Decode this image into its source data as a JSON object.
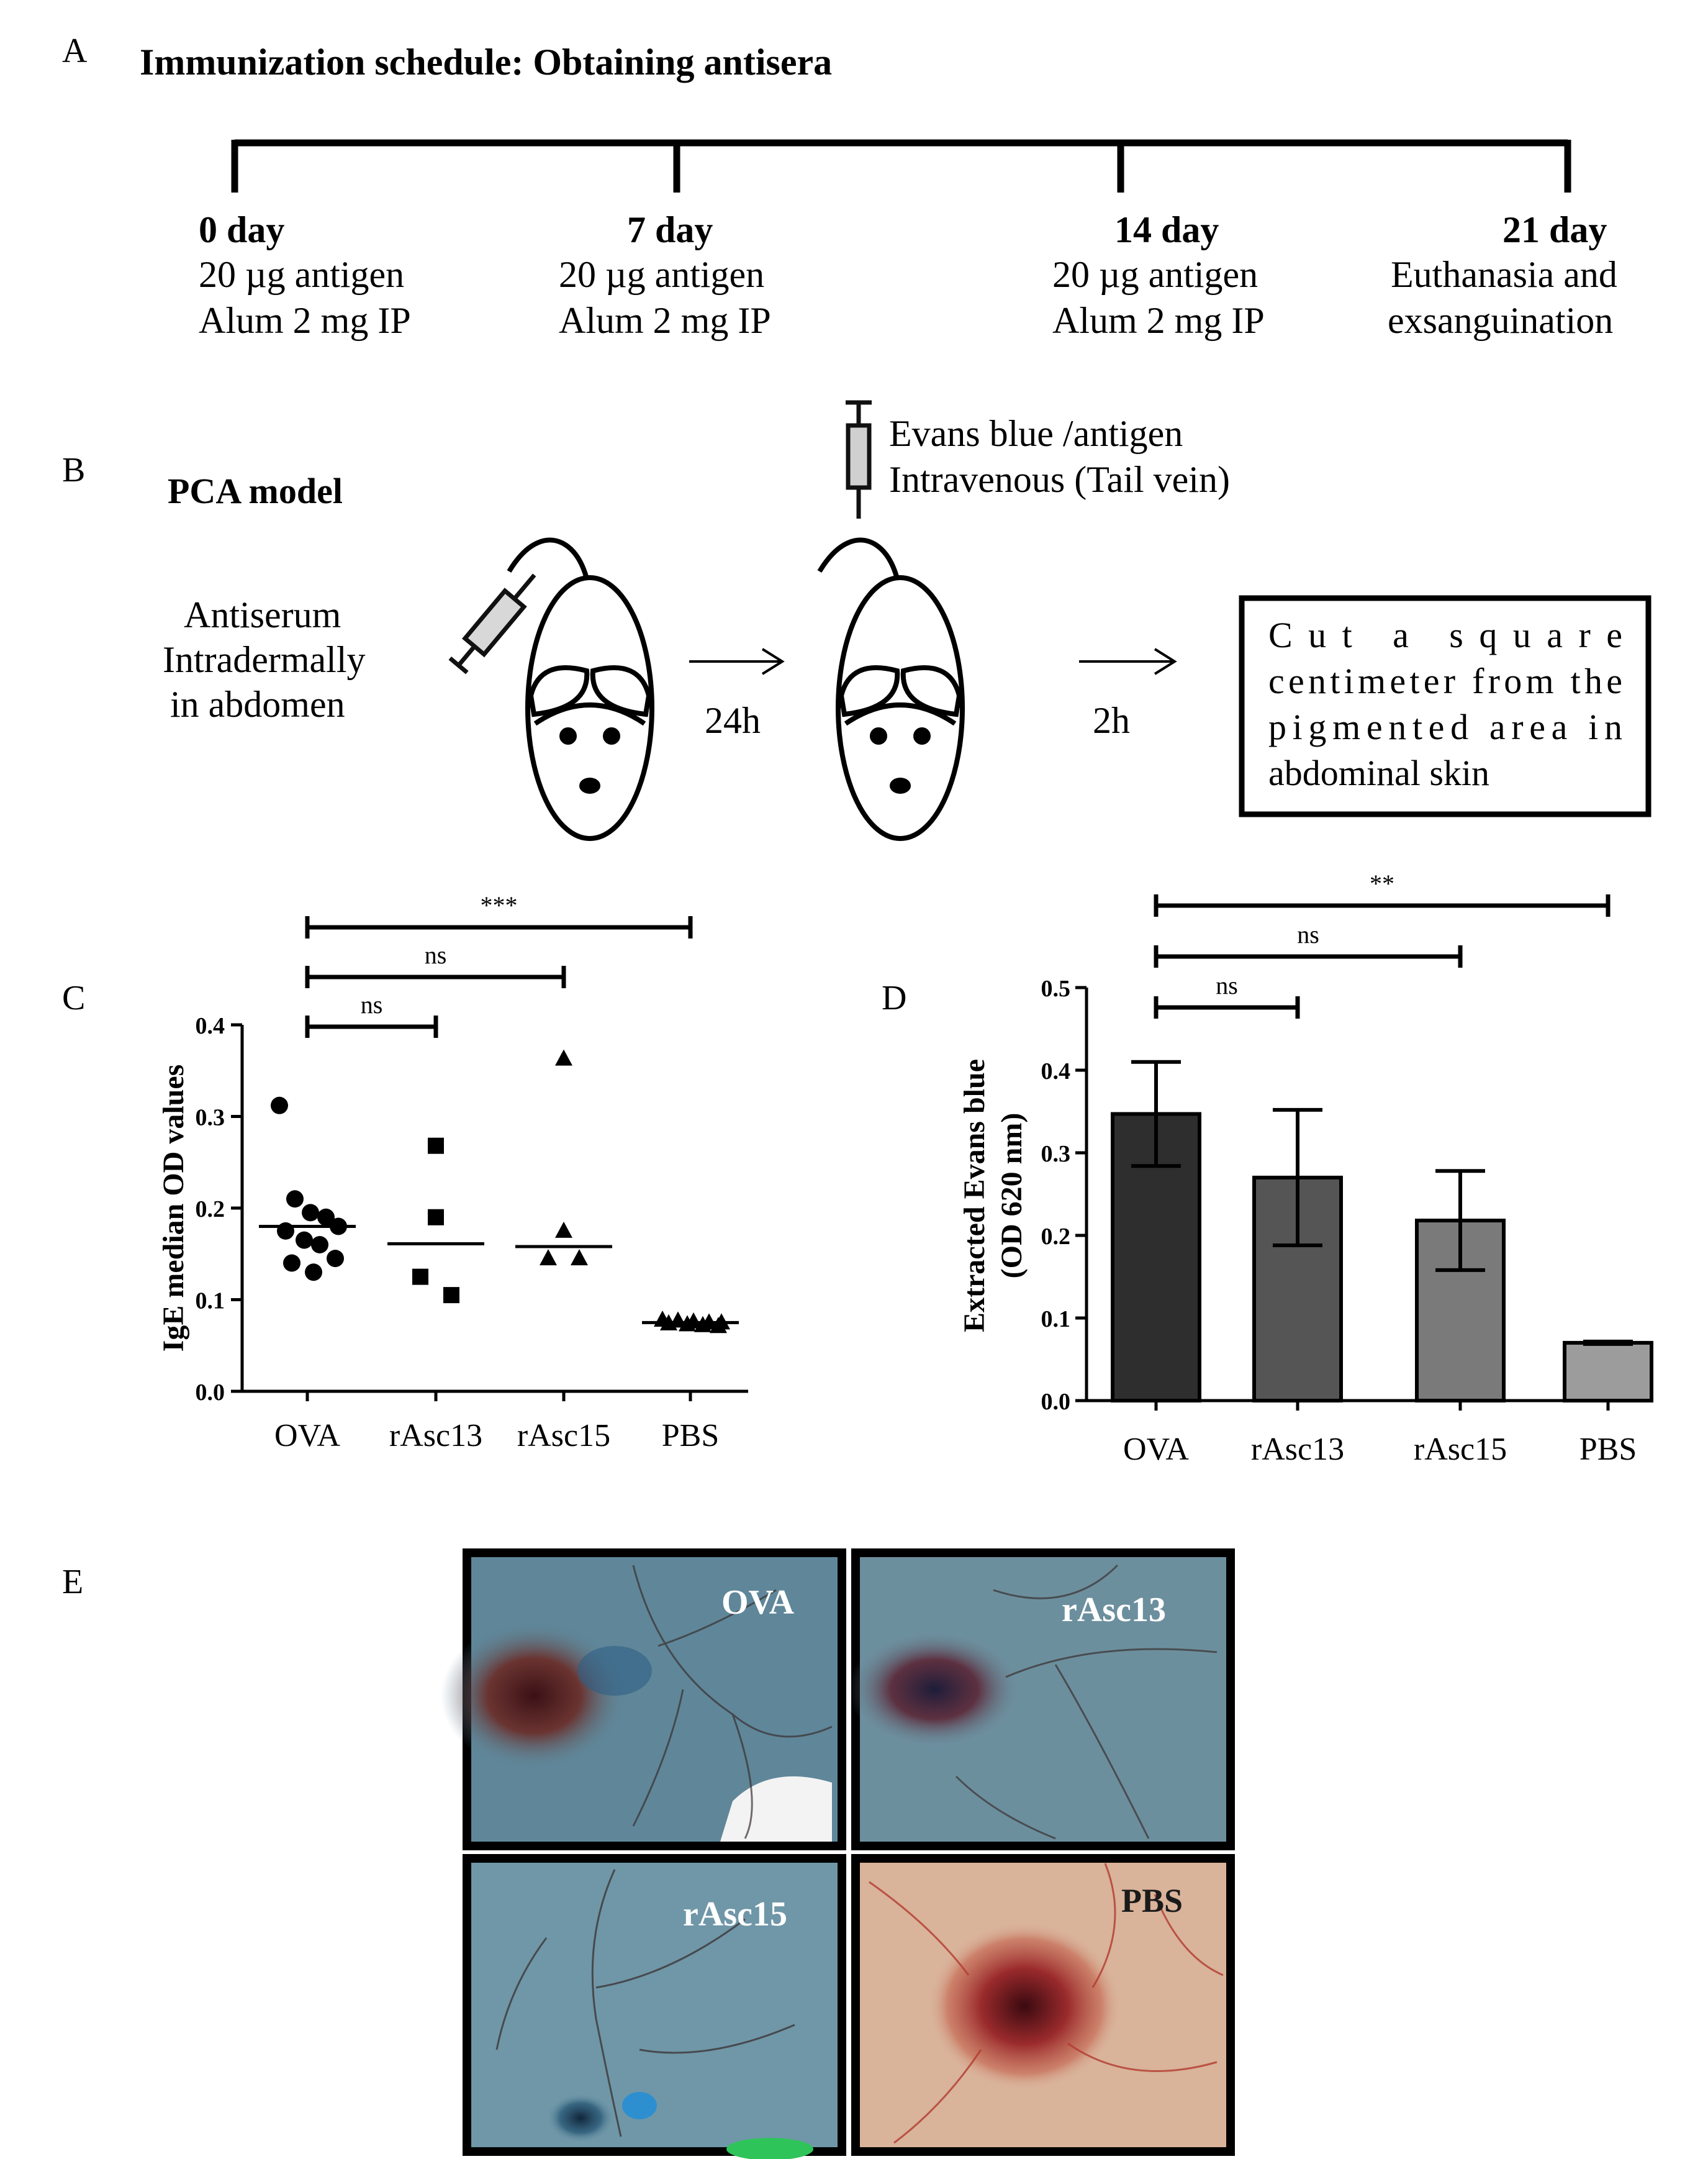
{
  "panel_a": {
    "letter": "A",
    "title": "Immunization schedule: Obtaining antisera",
    "steps": [
      {
        "day": "0 day",
        "line1": "20 µg antigen",
        "line2": "Alum 2 mg IP"
      },
      {
        "day": "7 day",
        "line1": "20 µg antigen",
        "line2": "Alum 2 mg IP"
      },
      {
        "day": "14 day",
        "line1": "20 µg antigen",
        "line2": "Alum 2 mg IP"
      },
      {
        "day": "21 day",
        "line1": "Euthanasia and",
        "line2": "exsanguination"
      }
    ]
  },
  "panel_b": {
    "letter": "B",
    "title": "PCA model",
    "antiserum_lines": [
      "Antiserum",
      "Intradermally",
      "in abdomen"
    ],
    "injection_lines": [
      "Evans blue /antigen",
      "Intravenous (Tail vein)"
    ],
    "arrow1_label": "24h",
    "arrow2_label": "2h",
    "box_lines": [
      "Cut a square",
      "centimeter from the",
      "pigmented area in",
      "abdominal skin"
    ]
  },
  "panel_c": {
    "letter": "C",
    "brackets": [
      {
        "from": "OVA",
        "to": "PBS",
        "label": "***"
      },
      {
        "from": "OVA",
        "to": "rAsc15",
        "label": "ns"
      },
      {
        "from": "OVA",
        "to": "rAsc13",
        "label": "ns"
      }
    ]
  },
  "panel_d": {
    "letter": "D",
    "brackets": [
      {
        "from": "OVA",
        "to": "PBS",
        "label": "**"
      },
      {
        "from": "OVA",
        "to": "rAsc15",
        "label": "ns"
      },
      {
        "from": "OVA",
        "to": "rAsc13",
        "label": "ns"
      }
    ]
  },
  "panel_e": {
    "letter": "E",
    "photos": [
      {
        "label": "OVA",
        "colors": {
          "bg": "#5f8799",
          "spot": "#5a1d20"
        }
      },
      {
        "label": "rAsc13",
        "colors": {
          "bg": "#6c8f9e",
          "spot": "#3a2038"
        }
      },
      {
        "label": "rAsc15",
        "colors": {
          "bg": "#6f97a8",
          "spot": "#1f3f55"
        }
      },
      {
        "label": "PBS",
        "colors": {
          "bg": "#d9b39a",
          "spot": "#7a1e24"
        }
      }
    ]
  },
  "chart_data": [
    {
      "type": "scatter",
      "panel": "C",
      "ylabel": "IgE median OD values",
      "categories": [
        "OVA",
        "rAsc13",
        "rAsc15",
        "PBS"
      ],
      "ylim": [
        0.0,
        0.4
      ],
      "yticks": [
        "0.0",
        "0.1",
        "0.2",
        "0.3",
        "0.4"
      ],
      "markers": [
        "circle",
        "square",
        "triangle",
        "triangle"
      ],
      "series": [
        {
          "category": "OVA",
          "values": [
            0.312,
            0.21,
            0.195,
            0.19,
            0.18,
            0.175,
            0.165,
            0.16,
            0.145,
            0.14,
            0.13
          ],
          "median": 0.18
        },
        {
          "category": "rAsc13",
          "values": [
            0.268,
            0.19,
            0.125,
            0.105
          ],
          "median": 0.161
        },
        {
          "category": "rAsc15",
          "values": [
            0.363,
            0.175,
            0.145,
            0.145
          ],
          "median": 0.158
        },
        {
          "category": "PBS",
          "values": [
            0.078,
            0.077,
            0.076,
            0.075,
            0.075,
            0.074,
            0.073,
            0.072,
            0.071
          ],
          "median": 0.075
        }
      ]
    },
    {
      "type": "bar",
      "panel": "D",
      "ylabel": "Extracted Evans blue (OD 620 nm)",
      "ylabel_lines": [
        "Extracted Evans blue",
        "(OD 620 nm)"
      ],
      "categories": [
        "OVA",
        "rAsc13",
        "rAsc15",
        "PBS"
      ],
      "values": [
        0.347,
        0.27,
        0.218,
        0.07
      ],
      "errors": [
        0.063,
        0.082,
        0.06,
        0.003
      ],
      "colors": [
        "#2e2e2e",
        "#555555",
        "#7a7a7a",
        "#9c9c9c"
      ],
      "ylim": [
        0.0,
        0.5
      ],
      "yticks": [
        "0.0",
        "0.1",
        "0.2",
        "0.3",
        "0.4",
        "0.5"
      ]
    }
  ]
}
